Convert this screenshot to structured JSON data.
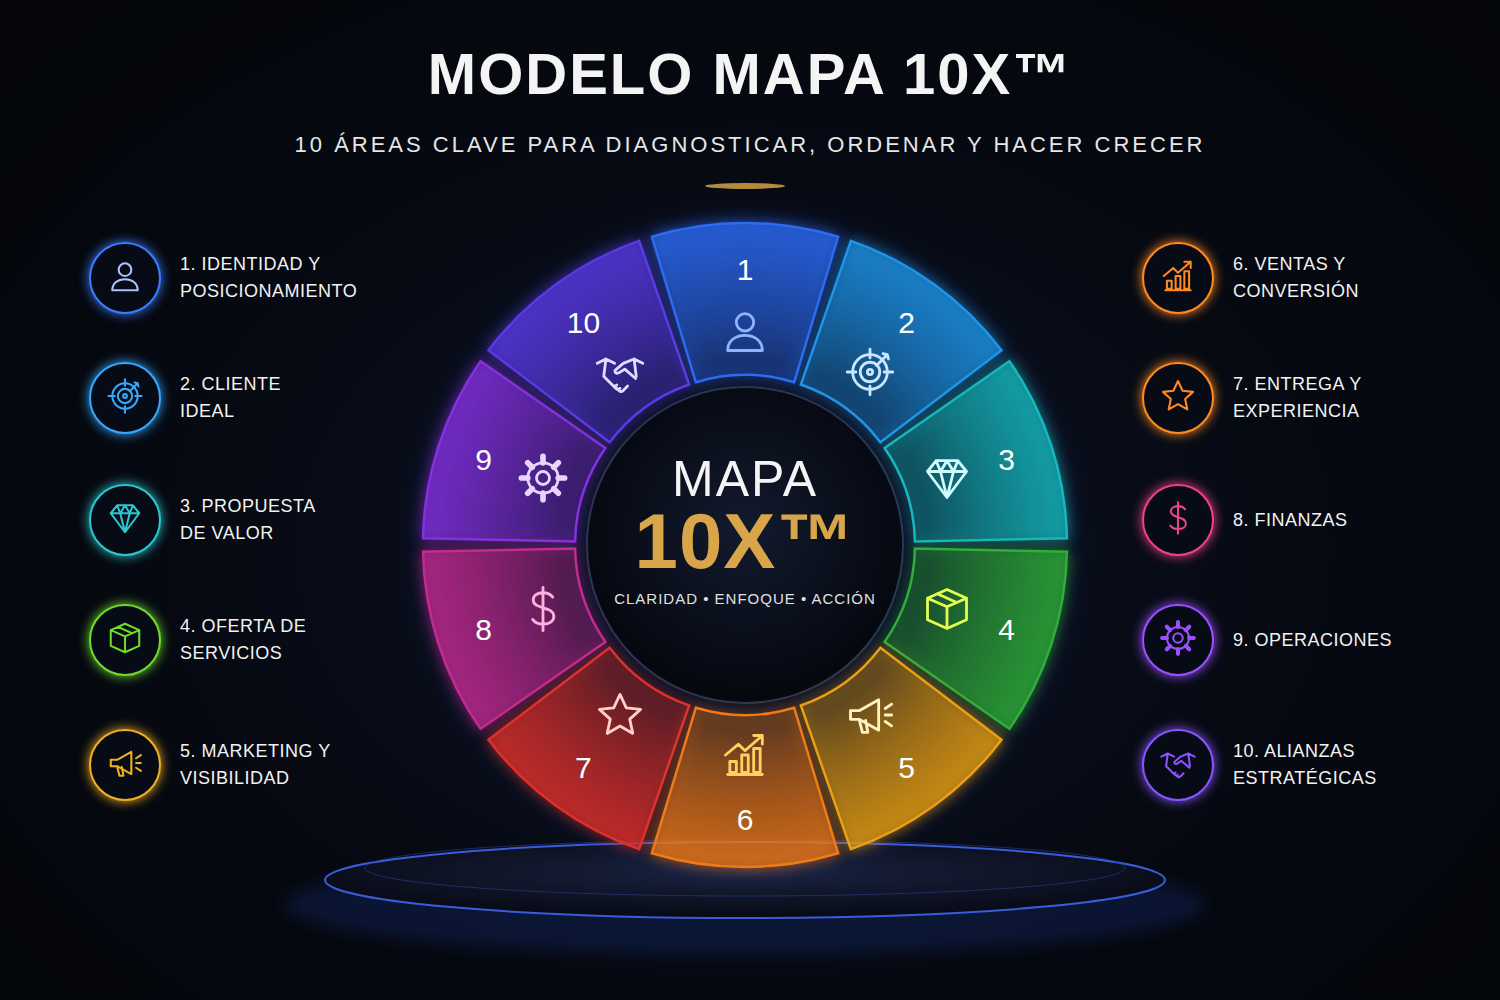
{
  "diagram": {
    "title": "MODELO MAPA 10X™",
    "caption": "10 ÁREAS CLAVE PARA DIAGNOSTICAR, ORDENAR Y HACER CRECER",
    "nodes": [
      {
        "text": [
          "1. IDENTIDAD Y POSICIONAMIENTO"
        ]
      },
      {
        "text": [
          "2. CLIENTE IDEAL"
        ]
      },
      {
        "text": [
          "3. PROPUESTA DE VALOR"
        ]
      },
      {
        "text": [
          "4. OFERTA DE SERVICIOS"
        ]
      },
      {
        "text": [
          "5. MARKETING Y VISIBILIDAD"
        ]
      },
      {
        "text": [
          "10"
        ]
      },
      {
        "text": [
          "1"
        ]
      },
      {
        "text": [
          "2"
        ]
      },
      {
        "text": [
          "9"
        ]
      },
      {
        "text": [
          "MAPA",
          "10X™",
          "CLARIDAD • ENFOQUE • ACCIÓN"
        ]
      },
      {
        "text": [
          "3"
        ]
      },
      {
        "text": [
          "8"
        ]
      },
      {
        "text": [
          "4"
        ]
      },
      {
        "text": [
          "7"
        ]
      },
      {
        "text": [
          "6"
        ]
      },
      {
        "text": [
          "5"
        ]
      },
      {
        "text": [
          "6. VENTAS Y CONVERSIÓN"
        ]
      },
      {
        "text": [
          "7. ENTREGA Y EXPERIENCIA"
        ]
      },
      {
        "text": [
          "8. FINANZAS"
        ]
      },
      {
        "text": [
          "9. OPERACIONES"
        ]
      },
      {
        "text": [
          "10. ALIANZAS ESTRATÉGICAS"
        ]
      }
    ]
  }
}
